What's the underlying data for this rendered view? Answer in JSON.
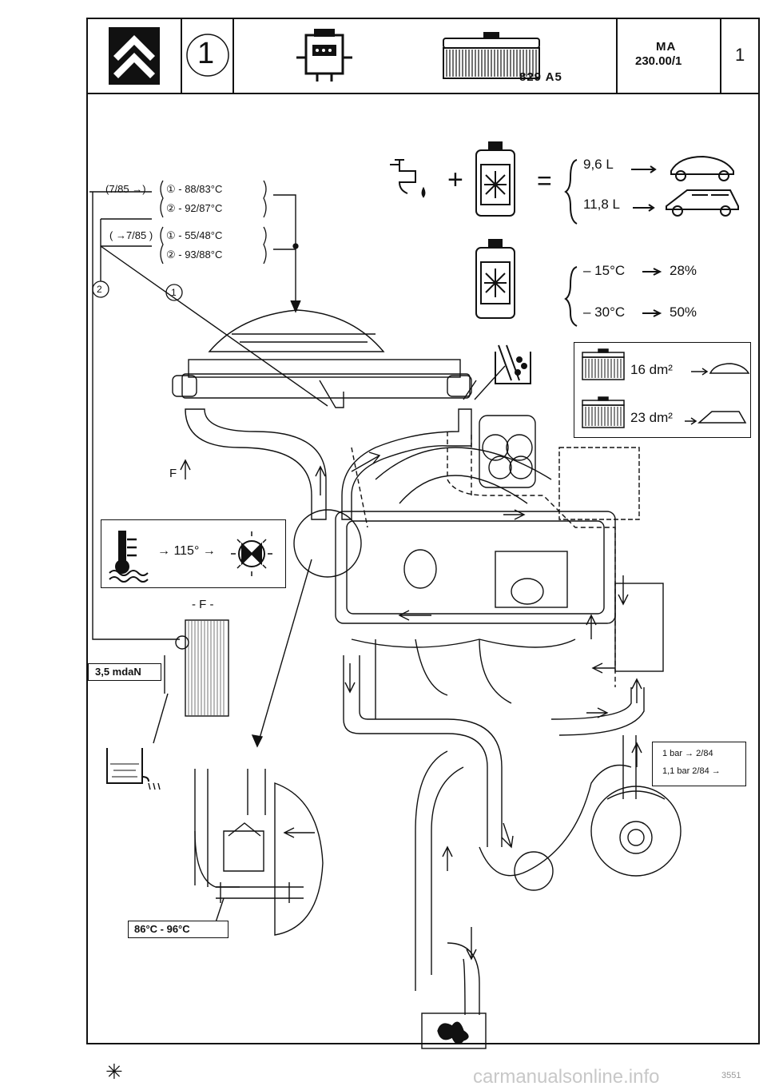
{
  "header": {
    "section_number": "1",
    "code": "829 A5",
    "manual_code_1": "MA",
    "manual_code_2": "230.00/1",
    "page_number": "1"
  },
  "thermo_switch": {
    "from_785": "(7/85 →)",
    "before_785": "( →7/85 )",
    "a1": "① - 88/83°C",
    "a2": "② - 92/87°C",
    "b1": "① - 55/48°C",
    "b2": "② - 93/88°C",
    "marker_1": "1",
    "marker_2": "2"
  },
  "coolant_capacity": {
    "plus": "+",
    "equals": "=",
    "hatchback": "9,6 L",
    "estate": "11,8 L"
  },
  "antifreeze": {
    "t1": "– 15°C",
    "p1": "28%",
    "t2": "– 30°C",
    "p2": "50%"
  },
  "radiator_area": {
    "hatchback": "16 dm²",
    "estate": "23 dm²"
  },
  "alarm": {
    "text": "→ 115° →"
  },
  "labels": {
    "f_arrow": "F",
    "f_detail": "- F -",
    "torque": "3,5 mdaN",
    "thermostat": "86°C - 96°C"
  },
  "pressure_cap": {
    "line1": "1 bar → 2/84",
    "line2": "1,1 bar  2/84 →"
  },
  "footer": {
    "asterisk": "✳",
    "watermark": "carmanualsonline.info",
    "doc_number": "3551"
  },
  "colors": {
    "ink": "#111111",
    "hatch": "#555555"
  }
}
